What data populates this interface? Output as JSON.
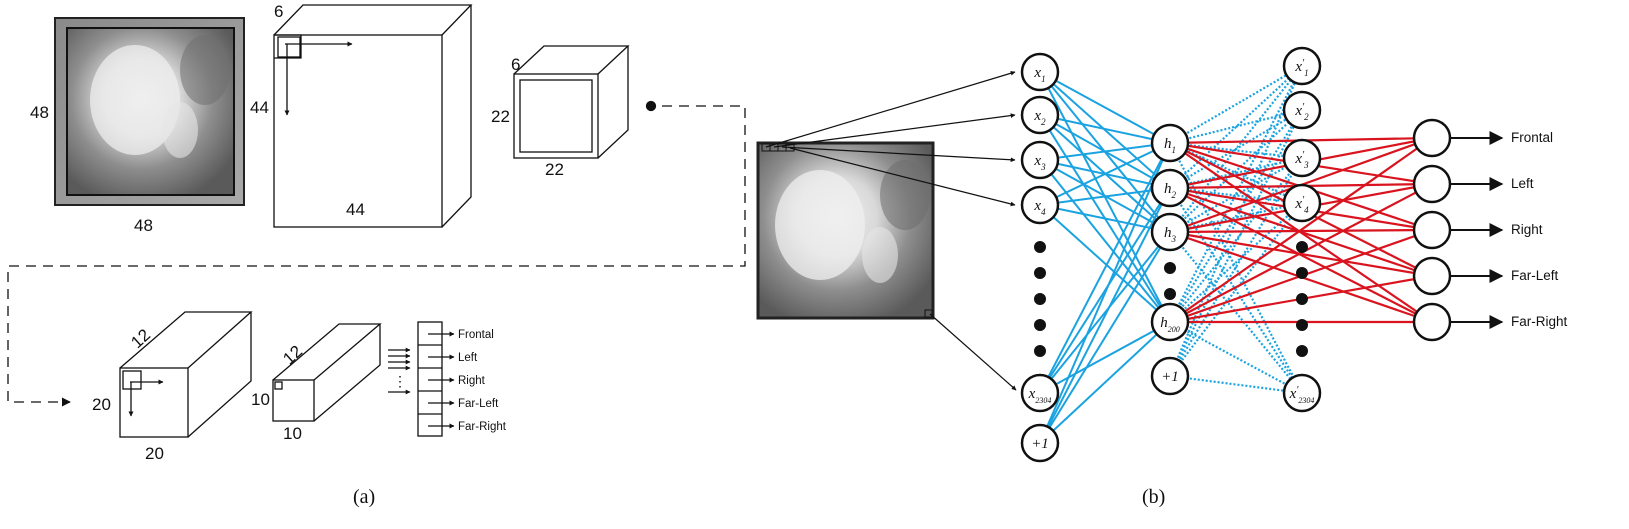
{
  "panel_a": {
    "caption": "(a)",
    "input_image": {
      "width_label": "48",
      "height_label": "48"
    },
    "conv1": {
      "width_label": "44",
      "height_label": "44",
      "depth_label": "6"
    },
    "pool1": {
      "width_label": "22",
      "height_label": "22",
      "depth_label": "6"
    },
    "conv2": {
      "width_label": "20",
      "height_label": "20",
      "depth_label": "12"
    },
    "pool2": {
      "width_label": "10",
      "height_label": "10",
      "depth_label": "12"
    },
    "outputs": [
      "Frontal",
      "Left",
      "Right",
      "Far-Left",
      "Far-Right"
    ]
  },
  "panel_b": {
    "caption": "(b)",
    "inputs": [
      "x1",
      "x2",
      "x3",
      "x4",
      "x2304",
      "+1"
    ],
    "hidden": [
      "h1",
      "h2",
      "h3",
      "h200",
      "+1"
    ],
    "reconstruction": [
      "x'1",
      "x'2",
      "x'3",
      "x'4",
      "x'2304"
    ],
    "outputs": [
      "Frontal",
      "Left",
      "Right",
      "Far-Left",
      "Far-Right"
    ]
  },
  "colors": {
    "encoder_edges": "#1aa3e0",
    "decoder_edges": "#1aa3e0",
    "classifier_edges": "#d9141f",
    "stroke": "#111111"
  }
}
